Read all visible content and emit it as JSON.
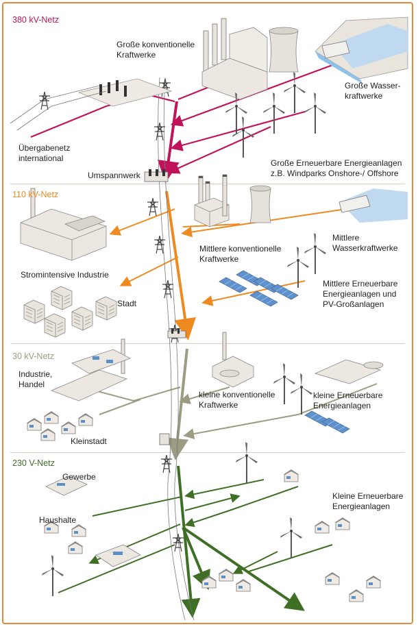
{
  "colors": {
    "frame": "#e8893a",
    "net380": "#c0135a",
    "net110": "#ee8a1f",
    "net30": "#9c9c83",
    "net230": "#3f6e25",
    "divider": "#d9cfc4"
  },
  "levels": {
    "kv380": "380 kV-Netz",
    "kv110": "110 kV-Netz",
    "kv30": "30 kV-Netz",
    "v230": "230 V-Netz"
  },
  "labels": {
    "grosse_konv": "Große konventionelle\nKraftwerke",
    "grosse_wasser": "Große Wasser-\nkraftwerke",
    "uebergabe": "Übergabenetz\ninternational",
    "grosse_ee": "Große Erneuerbare Energieanlagen\nz.B. Windparks Onshore-/ Offshore",
    "umspannwerk": "Umspannwerk",
    "mittlere_konv": "Mittlere konventionelle\nKraftwerke",
    "mittlere_wasser": "Mittlere\nWasserkraftwerke",
    "stromintensiv": "Stromintensive Industrie",
    "stadt": "Stadt",
    "mittlere_ee": "Mittlere Erneuerbare\nEnergieanlagen und\nPV-Großanlagen",
    "industrie": "Industrie,\nHandel",
    "kleine_konv": "kleine konventionelle\nKraftwerke",
    "kleine_ee": "kleine Erneuerbare\nEnergieanlagen",
    "kleinstadt": "Kleinstadt",
    "gewerbe": "Gewerbe",
    "haushalte": "Haushalte",
    "kleine_ee2": "Kleine Erneuerbare\nEnergieanlagen"
  },
  "icons": [
    "power-plant",
    "hydro-dam",
    "wind-turbine",
    "transmission-tower",
    "substation",
    "factory",
    "city",
    "house",
    "solar-panel"
  ]
}
